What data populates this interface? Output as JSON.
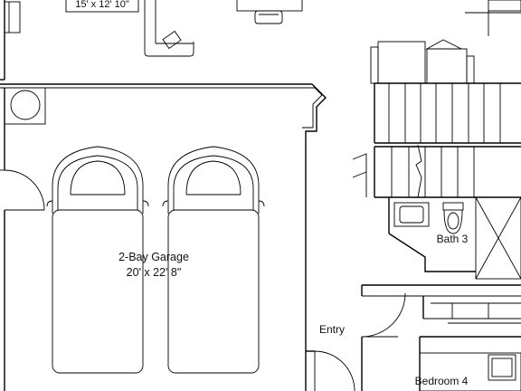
{
  "floorplan": {
    "rooms": {
      "garage": {
        "name": "2-Bay Garage",
        "size": "20' x 22' 8\""
      },
      "bath": {
        "name": "Bath 3"
      },
      "entry": {
        "name": "Entry"
      },
      "bedroom": {
        "name": "Bedroom 4"
      },
      "top_room": {
        "size": "15' x 12' 10\""
      }
    }
  }
}
